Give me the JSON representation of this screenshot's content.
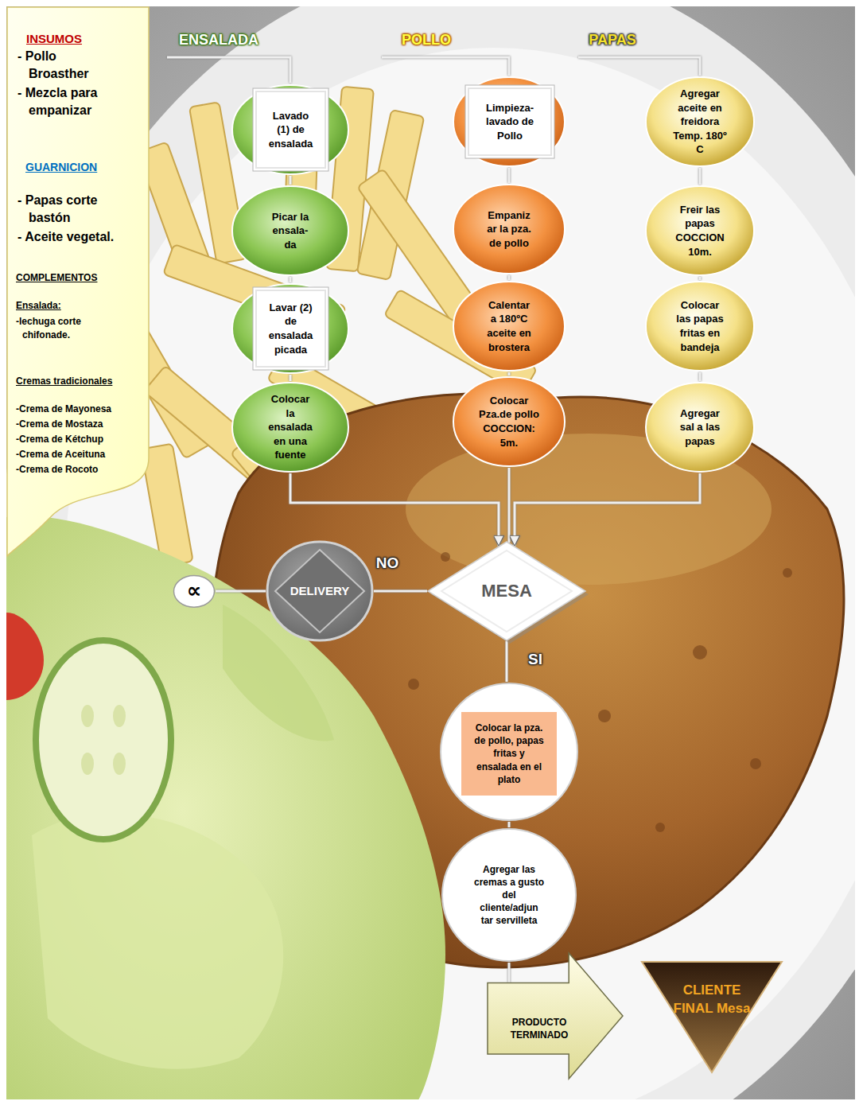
{
  "diagram": {
    "nodes": [
      {
        "text": [
          "INSUMOS",
          "- Pollo Broasther",
          "- Mezcla para empanizar",
          "GUARNICION",
          "- Papas corte bastón",
          "- Aceite vegetal.",
          "COMPLEMENTOS",
          "Ensalada:",
          "-lechuga corte chifonade.",
          "Cremas tradicionales",
          "-Crema de Mayonesa",
          "-Crema de Mostaza",
          "-Crema de Kétchup",
          "-Crema de Aceituna",
          "-Crema de Rocoto"
        ]
      },
      {
        "text": [
          "Lavado (1) de ensalada"
        ]
      },
      {
        "text": [
          "Picar la ensala- da"
        ]
      },
      {
        "text": [
          "Lavar (2) de ensalada picada"
        ]
      },
      {
        "text": [
          "Colocar la ensalada en una fuente"
        ]
      },
      {
        "text": [
          "Limpieza- lavado de Pollo"
        ]
      },
      {
        "text": [
          "Empaniz ar la pza. de pollo"
        ]
      },
      {
        "text": [
          "Calentar a 180ºC aceite en brostera"
        ]
      },
      {
        "text": [
          "Colocar Pza.de pollo COCCION: 5m."
        ]
      },
      {
        "text": [
          "Agregar aceite en freidora Temp. 180º C"
        ]
      },
      {
        "text": [
          "Freir las papas COCCION 10m."
        ]
      },
      {
        "text": [
          "Colocar las papas fritas en bandeja"
        ]
      },
      {
        "text": [
          "Agregar sal a las papas"
        ]
      },
      {
        "text": [
          "MESA"
        ]
      },
      {
        "text": [
          "DELIVERY"
        ]
      },
      {
        "text": [
          "∝"
        ]
      },
      {
        "text": [
          "Colocar la pza. de pollo, papas fritas y ensalada en el plato"
        ]
      },
      {
        "text": [
          "Agregar las cremas a gusto del cliente/adjun tar servilleta"
        ]
      },
      {
        "text": [
          "PRODUCTO TERMINADO"
        ]
      },
      {
        "text": [
          "CLIENTE FINAL Mesa"
        ]
      }
    ],
    "edges": [
      {
        "from": 1,
        "to": 2,
        "arrow": "none"
      },
      {
        "from": 2,
        "to": 3,
        "arrow": "none"
      },
      {
        "from": 3,
        "to": 4,
        "arrow": "none"
      },
      {
        "from": 5,
        "to": 6,
        "arrow": "none"
      },
      {
        "from": 6,
        "to": 7,
        "arrow": "none"
      },
      {
        "from": 7,
        "to": 8,
        "arrow": "none"
      },
      {
        "from": 9,
        "to": 10,
        "arrow": "none"
      },
      {
        "from": 10,
        "to": 11,
        "arrow": "none"
      },
      {
        "from": 11,
        "to": 12,
        "arrow": "none"
      },
      {
        "from": 4,
        "to": 13,
        "arrow": "to"
      },
      {
        "from": 8,
        "to": 13,
        "arrow": "none"
      },
      {
        "from": 12,
        "to": 13,
        "arrow": "to"
      },
      {
        "from": 13,
        "to": 14,
        "label": "NO",
        "arrow": "none"
      },
      {
        "from": 14,
        "to": 15,
        "arrow": "none"
      },
      {
        "from": 13,
        "to": 16,
        "label": "SI",
        "arrow": "none"
      },
      {
        "from": 16,
        "to": 17,
        "arrow": "none"
      },
      {
        "from": 17,
        "to": 18,
        "arrow": "none"
      }
    ],
    "labels": [
      "ENSALADA",
      "POLLO",
      "PAPAS"
    ]
  }
}
